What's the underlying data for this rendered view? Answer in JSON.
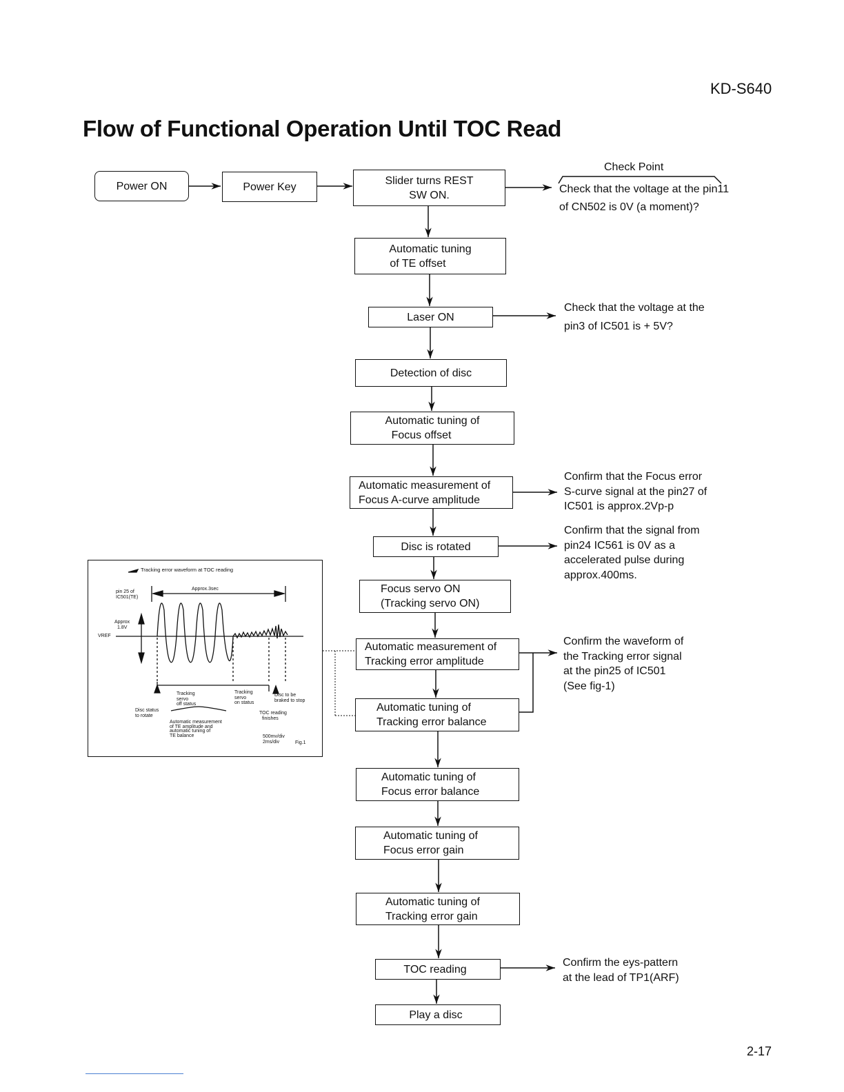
{
  "header": {
    "model": "KD-S640"
  },
  "page_title": "Flow of Functional Operation Until TOC Read",
  "check_point_label": "Check Point",
  "row1": {
    "power_on": "Power ON",
    "power_key": "Power Key",
    "slider": [
      "Slider turns REST",
      "SW ON."
    ]
  },
  "steps": {
    "te_offset": [
      "Automatic tuning",
      "of TE offset"
    ],
    "laser_on": "Laser ON",
    "detection": "Detection of disc",
    "focus_offset": [
      "Automatic tuning of",
      "Focus offset"
    ],
    "a_curve": [
      "Automatic measurement of",
      "Focus A-curve amplitude"
    ],
    "disc_rotated": "Disc is rotated",
    "focus_servo": [
      "Focus servo ON",
      "(Tracking servo ON)"
    ],
    "te_amplitude": [
      "Automatic measurement of",
      "Tracking error amplitude"
    ],
    "te_balance": [
      "Automatic tuning of",
      "Tracking error balance"
    ],
    "fe_balance": [
      "Automatic tuning of",
      "Focus error balance"
    ],
    "fe_gain": [
      "Automatic tuning of",
      "Focus error gain"
    ],
    "te_gain": [
      "Automatic tuning of",
      "Tracking error gain"
    ],
    "toc_reading": "TOC reading",
    "play": "Play a disc"
  },
  "notes": {
    "cn502": [
      "Check that the voltage at the pin11",
      "of CN502 is 0V (a moment)?"
    ],
    "ic501_pin3": [
      "Check that the voltage at the",
      "pin3 of IC501 is + 5V?"
    ],
    "focus_error": [
      "Confirm that the Focus error",
      "S-curve signal at the pin27 of",
      "IC501 is approx.2Vp-p"
    ],
    "ic561": [
      "Confirm that the signal from",
      "pin24 IC561 is 0V as a",
      "accelerated pulse during",
      "approx.400ms."
    ],
    "tracking": [
      "Confirm the waveform of",
      "the Tracking error signal",
      "at the pin25 of IC501",
      "(See fig-1)"
    ],
    "eye": [
      "Confirm the eys-pattern",
      "at the lead of TP1(ARF)"
    ]
  },
  "figure": {
    "title": "Tracking error waveform at TOC reading",
    "pin_label": [
      "pin 25 of",
      "IC501(TE)"
    ],
    "approx_3sec": "Approx.3sec",
    "approx_18v": [
      "Approx",
      "1.8V"
    ],
    "vref": "VREF",
    "tracking_off": [
      "Tracking",
      "servo",
      "off status"
    ],
    "tracking_on": [
      "Tracking",
      "servo",
      "on status"
    ],
    "disc_stop": [
      "Disc to be",
      "braked to stop"
    ],
    "disc_rotate": [
      "Disc status",
      "to rotate"
    ],
    "toc_finishes": [
      "TOC reading",
      "finishes"
    ],
    "auto_measure": [
      "Automatic measurement",
      "of TE amplitude and",
      "automatic tuning of",
      "TE balance"
    ],
    "scale": [
      "500mv/div",
      "2ms/div"
    ],
    "fig_label": "Fig.1"
  },
  "page_number": "2-17"
}
